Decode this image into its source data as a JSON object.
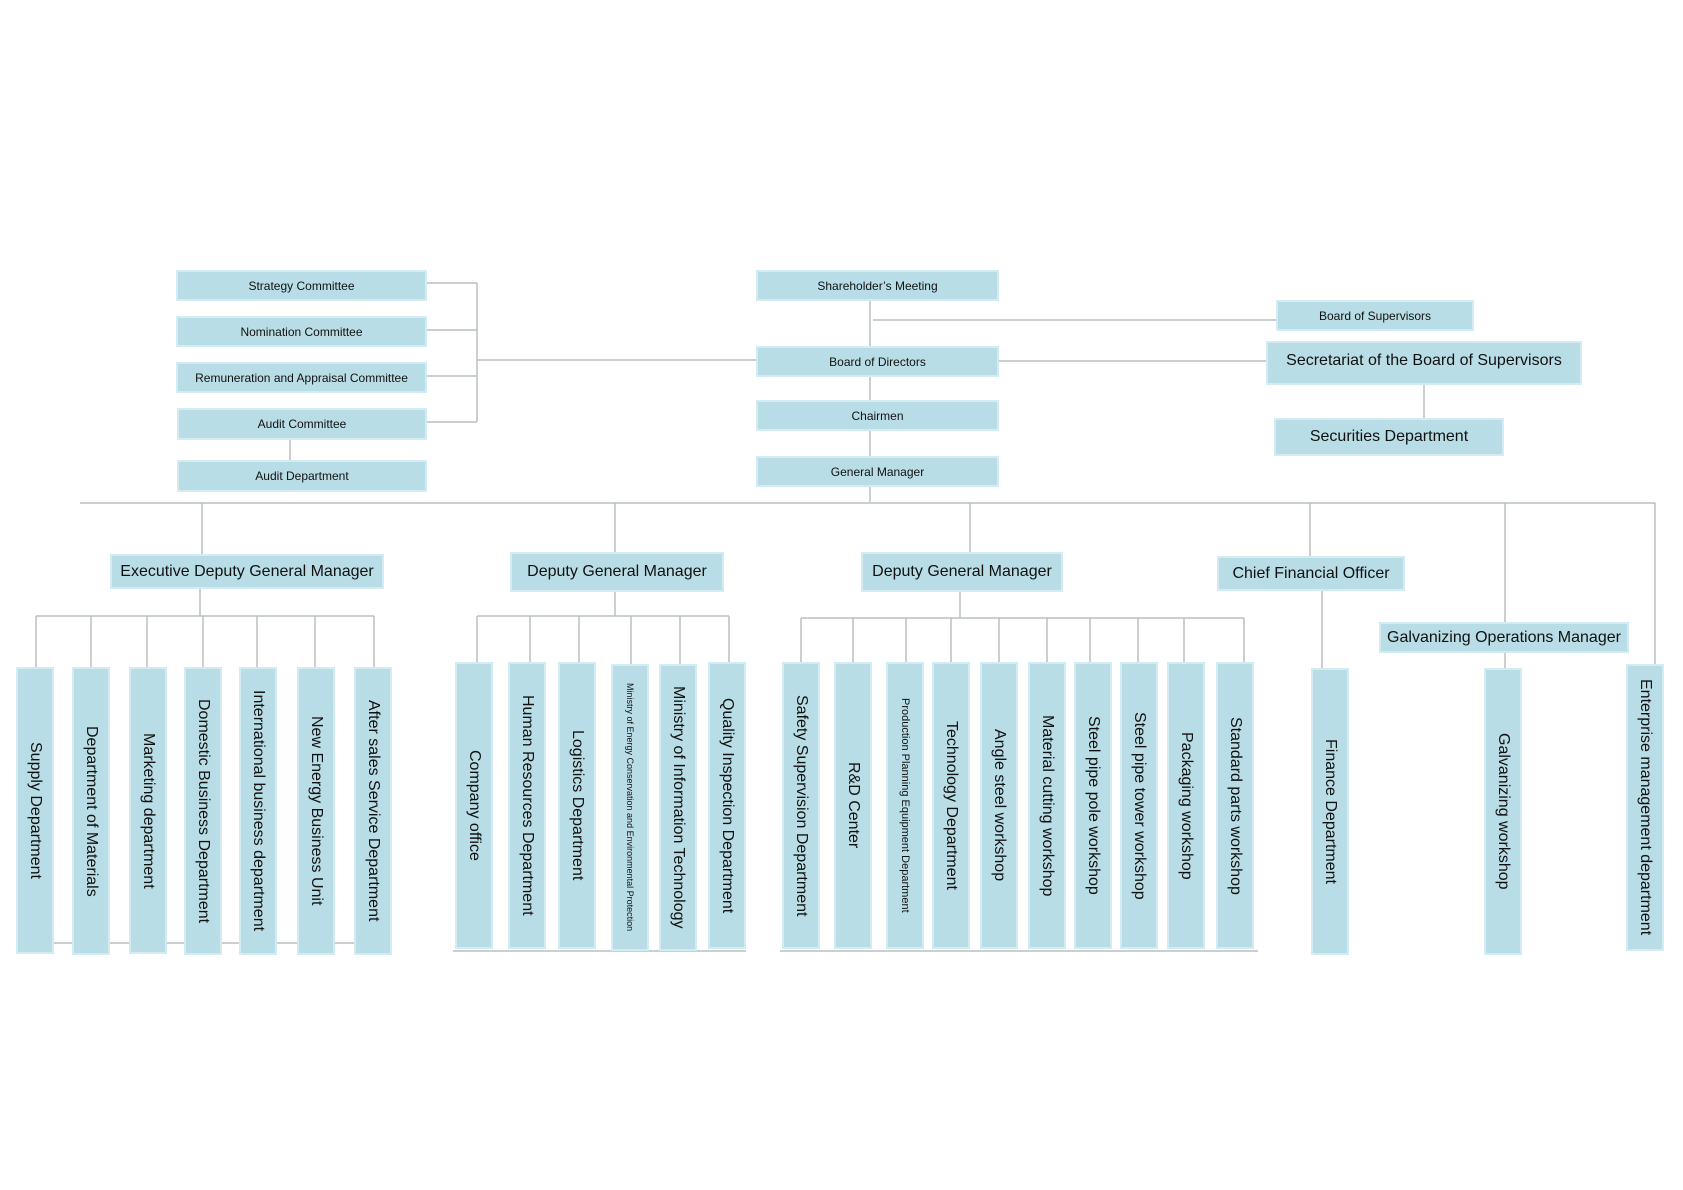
{
  "top": {
    "shareholders_meeting": "Shareholder’s Meeting",
    "board_of_directors": "Board of Directors",
    "chairmen": "Chairmen",
    "general_manager": "General Manager"
  },
  "committees": {
    "strategy": "Strategy Committee",
    "nomination": "Nomination Committee",
    "remuneration": "Remuneration and Appraisal Committee",
    "audit": "Audit Committee",
    "audit_department": "Audit Department"
  },
  "supervisors": {
    "board": "Board of Supervisors",
    "secretariat": "Secretariat of the Board of Supervisors",
    "securities": "Securities Department"
  },
  "managers": {
    "executive_deputy": "Executive Deputy General Manager",
    "deputy_1": "Deputy General Manager",
    "deputy_2": "Deputy General Manager",
    "cfo": "Chief Financial Officer",
    "galvanizing_ops": "Galvanizing Operations Manager"
  },
  "departments": {
    "group1": [
      "Supply Department",
      "Department of Materials",
      "Marketing department",
      "Domestic Business Department",
      "International business department",
      "New Energy Business Unit",
      "After sales Service Department"
    ],
    "group2": [
      "Company office",
      "Human Resources Department",
      "Logistics Department",
      "Ministry of Energy Conservation and Environmental Protection",
      "Ministry of Information Technology",
      "Quality Inspection Department"
    ],
    "group3": [
      "Safety Supervision Department",
      "R&D Center",
      "Production Planning Equipment Department",
      "Technology Department",
      "Angle steel workshop",
      "Material cutting workshop",
      "Steel pipe pole workshop",
      "Steel pipe tower workshop",
      "Packaging workshop",
      "Standard parts workshop"
    ],
    "finance": "Finance Department",
    "galvanizing": "Galvanizing workshop",
    "enterprise": "Enterprise management department"
  },
  "colors": {
    "box_fill": "#b9dde6",
    "box_border": "#d3ecf2",
    "line": "#b9bfc2"
  }
}
